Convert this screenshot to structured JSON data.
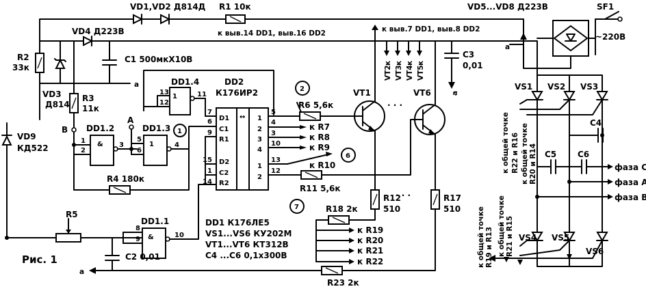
{
  "figure": {
    "caption": "Рис. 1"
  },
  "labels": {
    "vd1vd2": "VD1,VD2  Д814Д",
    "r1": "R1  10к",
    "r1_note": "к выв.14 DD1, выв.16 DD2",
    "vd5vd8": "VD5...VD8  Д223В",
    "sf1": "SF1",
    "mains": "~220В",
    "vd4": "VD4  Д223В",
    "c1": "C1  500мкХ10В",
    "r2": "R2",
    "r2v": "33к",
    "vd3": "VD3",
    "vd3v": "Д814В",
    "r3": "R3",
    "r3v": "11к",
    "vd9": "VD9",
    "vd9v": "КД522",
    "dd14": "DD1.4",
    "dd2": "DD2",
    "dd2t": "К176ИР2",
    "dd12": "DD1.2",
    "dd13": "DD1.3",
    "dd11": "DD1.1",
    "node_a": "А",
    "node_b": "В",
    "c_note": "к выв.7 DD1, выв.8 DD2",
    "vt2": "VT2",
    "vt3": "VT3",
    "vt4": "VT4",
    "vt5": "VT5",
    "k": "к",
    "c3": "C3",
    "c3v": "0,01",
    "vt1": "VT1",
    "vt6": "VT6",
    "r6": "R6  5,6к",
    "r7": "к  R7",
    "r8": "к  R8",
    "r9": "к  R9",
    "r10": "к  R10",
    "r11": "R11  5,6к",
    "r4": "R4  180к",
    "r5": "R5",
    "c2": "C2  0,01",
    "r12": "R12",
    "r12v": "510",
    "r17": "R17",
    "r17v": "510",
    "r18": "R18  2к",
    "r19": "к  R19",
    "r20": "к  R20",
    "r21": "к  R21",
    "r22": "к  R22",
    "r23": "R23  2к",
    "parts1": "DD1  К176ЛЕ5",
    "parts2": "VS1...VS6  КУ202М",
    "parts3": "VT1...VT6  КТ312В",
    "parts4": "C4  ...C6  0,1х300В",
    "vs1": "VS1",
    "vs2": "VS2",
    "vs3": "VS3",
    "vs4": "VS4",
    "vs5": "VS5",
    "vs6": "VS6",
    "c4": "C4",
    "c5": "C5",
    "c6": "C6",
    "phase_c": "фаза  C",
    "phase_a": "фаза  A",
    "phase_b": "фаза  B",
    "rot1": "к общей точке",
    "rot1b": "R22 и R16",
    "rot2": "к общей точке",
    "rot2b": "R20 и R14",
    "rot3": "к общей точке",
    "rot3b": "R19 и R13",
    "rot4": "к общей точке",
    "rot4b": "R21 и R15",
    "gnd": "а",
    "dd2_pins_left": [
      "D1",
      "C1",
      "R1",
      "D2",
      "C2",
      "R2"
    ],
    "dd2_pins_right": [
      "1",
      "2",
      "3",
      "4",
      "1",
      "2"
    ],
    "circled": [
      "1",
      "2",
      "6",
      "7"
    ]
  }
}
